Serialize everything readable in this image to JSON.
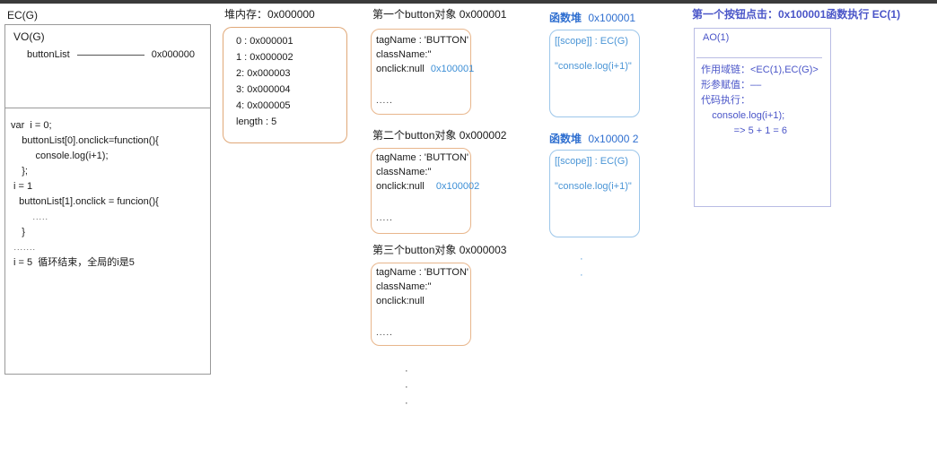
{
  "page": {
    "background": "#ffffff",
    "top_strip_color": "#3b3b3b"
  },
  "colors": {
    "orange_border": "#e0a878",
    "blue_border": "#9cc6ea",
    "blue_text": "#4a95d6",
    "blue_addr": "#3d8fd6",
    "purple": "#4a55c8",
    "gray_border": "#999999"
  },
  "global_context": {
    "title": "EC(G)",
    "vo_label": "VO(G)",
    "variable": {
      "name": "buttonList",
      "address": "0x000000"
    },
    "code_lines": [
      "var  i = 0;",
      "    buttonList[0].onclick=function(){",
      "         console.log(i+1);",
      "    };",
      " i = 1",
      "   buttonList[1].onclick = funcion(){",
      "       .....",
      "    }",
      " .......",
      " i = 5  循环结束，全局的i是5"
    ]
  },
  "heap_memory": {
    "title": "堆内存：0x000000",
    "entries": [
      "0 : 0x000001",
      "1 : 0x000002",
      "2: 0x000003",
      "3: 0x000004",
      "4: 0x000005",
      " length : 5"
    ]
  },
  "button_objects": [
    {
      "title": "第一个button对象  0x000001",
      "tag_name": "tagName : 'BUTTON'",
      "class_name": "className:''",
      "onclick": "onclick:null",
      "onclick_address": "0x100001",
      "ellipsis": "....."
    },
    {
      "title": "第二个button对象  0x000002",
      "tag_name": "tagName : 'BUTTON'",
      "class_name": "className:''",
      "onclick": "onclick:null",
      "onclick_address": "0x100002",
      "ellipsis": "....."
    },
    {
      "title": "第三个button对象  0x000003",
      "tag_name": "tagName : 'BUTTON'",
      "class_name": "className:''",
      "onclick": "onclick:null",
      "onclick_address": "",
      "ellipsis": "....."
    }
  ],
  "function_heaps": [
    {
      "title_zh": "函数堆",
      "title_addr": "0x100001",
      "scope_line": "[[scope]] : EC(G)",
      "body_line": "\"console.log(i+1)\""
    },
    {
      "title_zh": "函数堆",
      "title_addr": "0x10000 2",
      "scope_line": "[[scope]] : EC(G)",
      "body_line": "\"console.log(i+1)\""
    }
  ],
  "execution_context": {
    "title": "第一个按钮点击：0x100001函数执行  EC(1)",
    "ao_label": "AO(1)",
    "rows": [
      "作用域链：<EC(1),EC(G)>",
      "形参赋值：––",
      "代码执行：",
      "    console.log(i+1);",
      "            => 5 + 1 = 6"
    ]
  },
  "ellipsis_markers": {
    "black_dots": "·",
    "blue_dots": "·"
  }
}
